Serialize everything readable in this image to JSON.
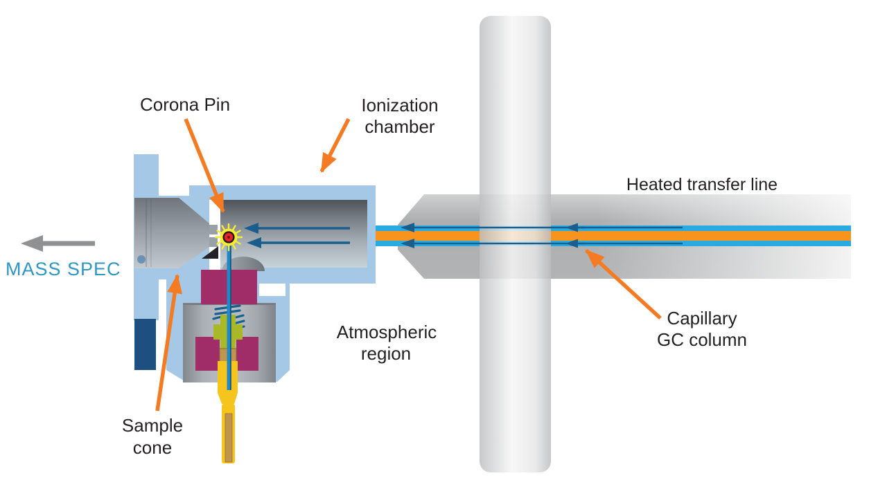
{
  "labels": {
    "corona_pin": "Corona Pin",
    "ionization_line1": "Ionization",
    "ionization_line2": "chamber",
    "heated_transfer_line": "Heated transfer line",
    "mass_spec": "MASS SPEC",
    "atmospheric_line1": "Atmospheric",
    "atmospheric_line2": "region",
    "capillary_line1": "Capillary",
    "capillary_line2": "GC column",
    "sample_cone_line1": "Sample",
    "sample_cone_line2": "cone"
  },
  "colors": {
    "label_text": "#231f20",
    "mass_spec_text": "#2d96c5",
    "annotation_arrow_orange": "#f47b21",
    "mass_spec_arrow_gray": "#8f9193",
    "housing_blue": "#a4c8e6",
    "capillary_outer_blue": "#29abe2",
    "capillary_core_orange": "#f7941d",
    "flow_arrow_navy": "#1b5e8e",
    "magenta_block": "#a02d68",
    "olive_part": "#a8b827",
    "pin_yellow": "#f5c51d",
    "pin_core_tan": "#c0954f",
    "navy_block": "#1d4f80",
    "corona_glow_yellow": "#f9ed32",
    "corona_tip_red": "#e0262c",
    "pin_wire_blue": "#1f8ac6",
    "spring_navy": "#15608f"
  }
}
